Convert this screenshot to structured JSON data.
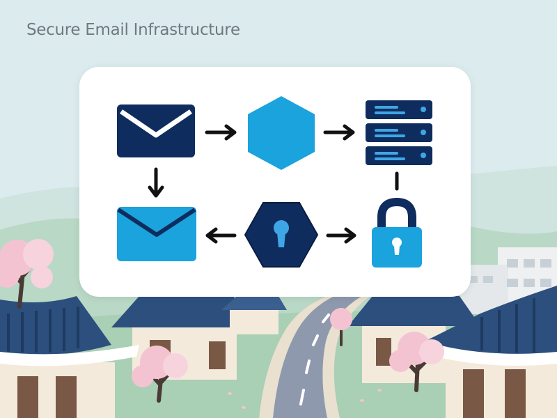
{
  "page": {
    "title": "Secure Email Infrastructure"
  },
  "diagram": {
    "nodes": [
      {
        "id": "email-outgoing",
        "icon": "envelope-closed-icon",
        "color": "#0e2d5e"
      },
      {
        "id": "processing-node",
        "icon": "hexagon-icon",
        "color": "#1aa3dc"
      },
      {
        "id": "mail-server",
        "icon": "server-stack-icon",
        "color": "#0e2d5e",
        "accent": "#3fa6e6"
      },
      {
        "id": "email-delivered",
        "icon": "envelope-open-icon",
        "color": "#1aa3dc",
        "outline": "#0e2d5e"
      },
      {
        "id": "encryption-node",
        "icon": "keyhole-hexagon-icon",
        "color": "#0e2d5e",
        "accent": "#3fa6e6"
      },
      {
        "id": "security-lock",
        "icon": "padlock-icon",
        "color": "#1aa3dc",
        "shackle": "#0e2d5e"
      }
    ],
    "edges": [
      {
        "from": "email-outgoing",
        "to": "processing-node",
        "style": "arrow"
      },
      {
        "from": "processing-node",
        "to": "mail-server",
        "style": "arrow"
      },
      {
        "from": "email-outgoing",
        "to": "email-delivered",
        "style": "arrow"
      },
      {
        "from": "mail-server",
        "to": "security-lock",
        "style": "line"
      },
      {
        "from": "encryption-node",
        "to": "email-delivered",
        "style": "arrow"
      },
      {
        "from": "encryption-node",
        "to": "security-lock",
        "style": "arrow"
      }
    ],
    "arrow_color": "#111111"
  },
  "background": {
    "sky": "#dcebee",
    "hills": "#cfe3df",
    "roof": "#2c4f7e",
    "wall": "#f3eadb",
    "wood": "#7a5846",
    "road": "#8f99ad",
    "blossom": "#f4c3d2",
    "trunk": "#4a3a35",
    "foliage": "#8ec6a4"
  }
}
